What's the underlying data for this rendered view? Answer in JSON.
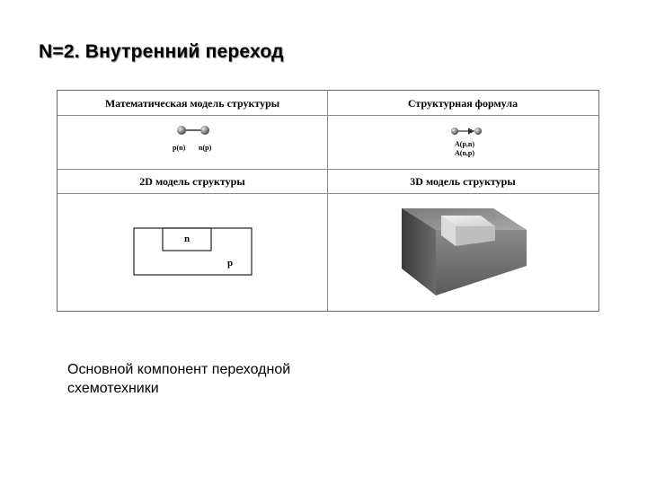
{
  "title": "N=2. Внутренний переход",
  "table": {
    "headers": {
      "math_model": "Математическая модель структуры",
      "struct_formula": "Структурная формула",
      "model_2d": "2D модель структуры",
      "model_3d": "3D модель структуры"
    },
    "math_labels": {
      "left": "p(n)",
      "right": "n(p)"
    },
    "formula_lines": [
      "A(p,n)",
      "A(n,p)"
    ],
    "region_labels": {
      "inner": "n",
      "outer": "p"
    }
  },
  "caption_lines": [
    "Основной компонент переходной",
    "схемотехники"
  ]
}
